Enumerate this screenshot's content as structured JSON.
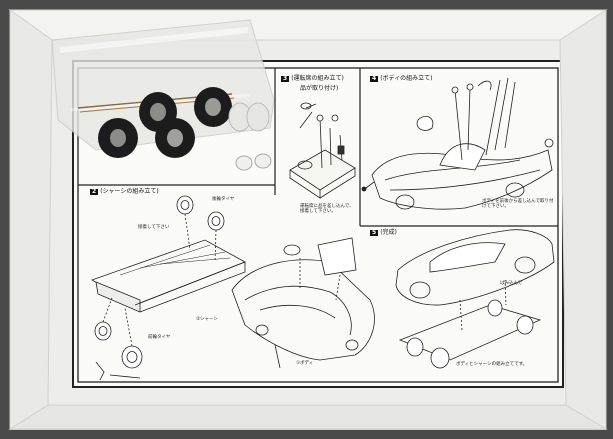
{
  "photo": {
    "subject": "kit-instructions",
    "colors": {
      "background": "#4a4a4a",
      "tray": "#ededea",
      "sheet": "#fbfbf7",
      "ink": "#222222",
      "tire": "#1c1c1c"
    }
  },
  "steps": [
    {
      "number": "2",
      "title": "(シャーシの組み立て)"
    },
    {
      "number": "3",
      "title": "(運転席の組み立て)",
      "title2": "品が取り付け)"
    },
    {
      "number": "4",
      "title": "(ボディの組み立て)"
    },
    {
      "number": "5",
      "title": "(完成)"
    }
  ],
  "notes": {
    "chassis_label": "②シャーシ",
    "body_label": "①ボディ",
    "step3_note": "運転席に品を差し込んで、接着して下さい。",
    "step4_note": "ボディを前後から差し込んで取り付けて下さい。",
    "step5_note": "はみ込んで",
    "step5_bottom": "ボディとシャーシの組み立てです。",
    "tire_label": "前輪タイヤ",
    "rear_label": "後輪タイヤ",
    "glue_note": "接着して下さい"
  }
}
